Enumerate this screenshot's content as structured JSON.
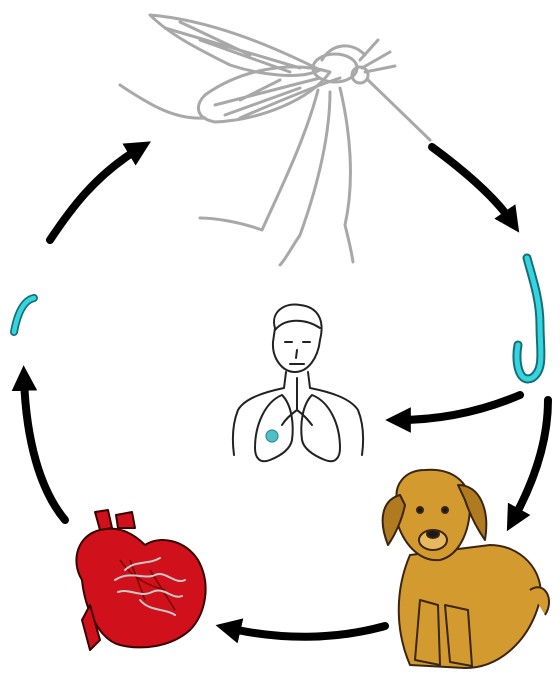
{
  "diagram": {
    "stages": [
      {
        "id": "mosquito",
        "icon": "mosquito-icon"
      },
      {
        "id": "larva-l3",
        "icon": "larva-icon"
      },
      {
        "id": "dog-host",
        "icon": "dog-icon"
      },
      {
        "id": "heart-worms",
        "icon": "heart-icon"
      },
      {
        "id": "microfilaria",
        "icon": "microfilaria-icon"
      },
      {
        "id": "human-lung",
        "icon": "human-lung-icon"
      }
    ],
    "colors": {
      "arrow": "#000000",
      "mosquito": "#a8a8a8",
      "larva": "#33d6e0",
      "dog": "#d39b2f",
      "heart": "#d0101a",
      "human_outline": "#222222",
      "lesion": "#4cc0c8"
    }
  }
}
